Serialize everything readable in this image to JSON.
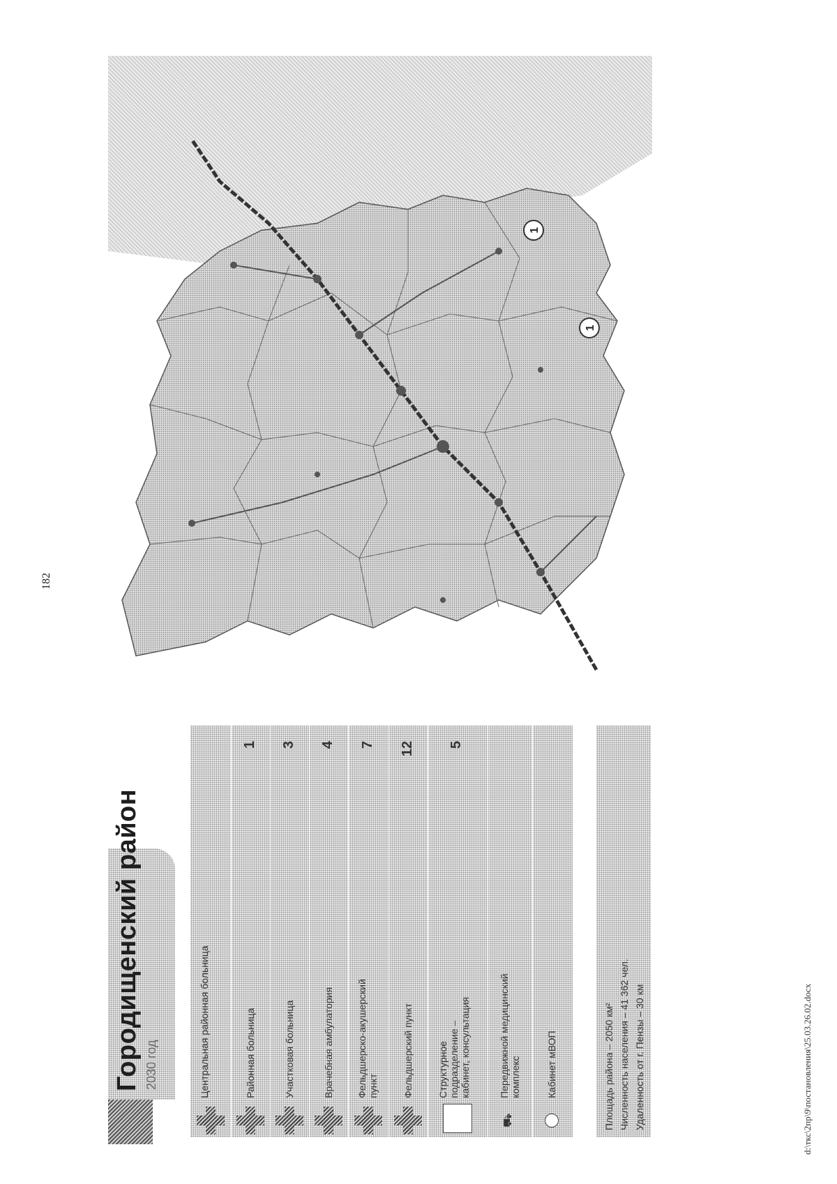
{
  "page": {
    "page_number": "182",
    "footer_path": "d:\\ткс\\2пр\\9\\постановления\\25.03.26.02.docx"
  },
  "header": {
    "title": "Городищенский район",
    "subtitle": "2030 год"
  },
  "legend": {
    "items": [
      {
        "label": "Центральная районная больница",
        "count": "",
        "icon": "medical-cross-icon"
      },
      {
        "label": "Районная больница",
        "count": "1",
        "icon": "medical-cross-icon"
      },
      {
        "label": "Участковая больница",
        "count": "3",
        "icon": "medical-cross-icon"
      },
      {
        "label": "Врачебная амбулатория",
        "count": "4",
        "icon": "medical-cross-icon"
      },
      {
        "label": "Фельдшерско-акушерский пункт",
        "count": "7",
        "icon": "medical-cross-icon"
      },
      {
        "label": "Фельдшерский пункт",
        "count": "12",
        "icon": "medical-cross-icon"
      },
      {
        "label": "Структурное подразделение – кабинет, консультация",
        "count": "5",
        "icon": "square-outline-icon"
      },
      {
        "label": "Передвижной медицинский комплекс",
        "count": "",
        "icon": "pedestrian-icon"
      },
      {
        "label": "Кабинет мВОП",
        "count": "",
        "icon": "circle-outline-icon"
      }
    ]
  },
  "stats": {
    "area": "Площадь района – 2050 км²",
    "population": "Численность населения – 41 362 чел.",
    "distance": "Удаленность от г. Пензы – 30 км"
  },
  "map": {
    "markers": [
      {
        "label": "1"
      },
      {
        "label": "1"
      }
    ]
  }
}
